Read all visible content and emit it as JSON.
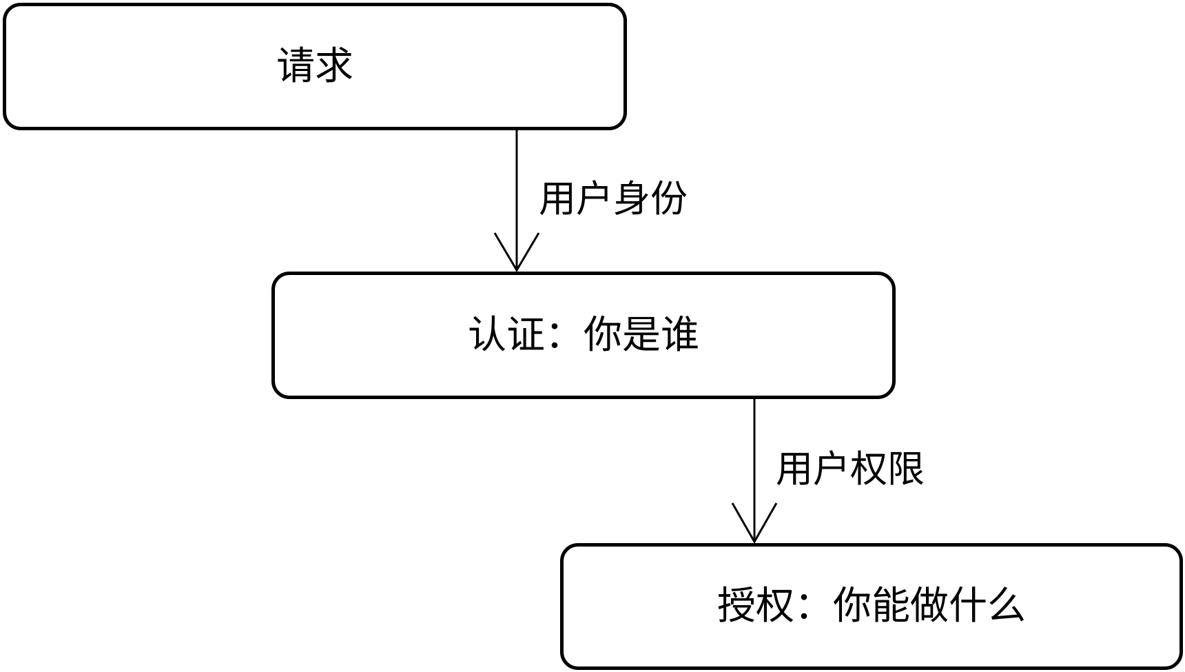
{
  "nodes": {
    "request": {
      "label": "请求"
    },
    "authentication": {
      "label": "认证：你是谁"
    },
    "authorization": {
      "label": "授权：你能做什么"
    }
  },
  "edges": {
    "request_to_authentication": {
      "label": "用户身份"
    },
    "authentication_to_authorization": {
      "label": "用户权限"
    }
  },
  "colors": {
    "stroke": "#000000",
    "fill": "#ffffff",
    "text": "#000000"
  }
}
